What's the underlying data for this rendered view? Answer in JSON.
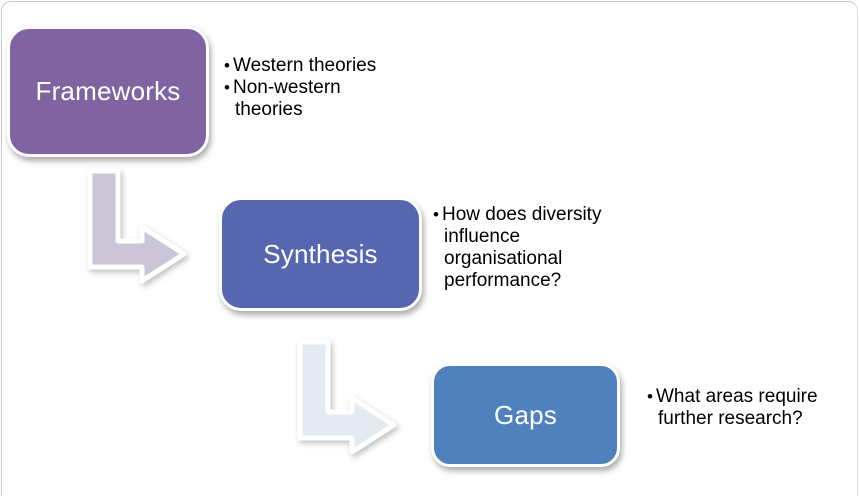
{
  "diagram": {
    "bullet_char": "•",
    "text_color": "#000000",
    "node_text_color": "#FFFFFF",
    "node_border_color": "#FFFFFF",
    "nodes": [
      {
        "id": "frameworks",
        "label": "Frameworks",
        "fill": "#8064A2",
        "bullets": [
          {
            "lines": [
              "Western theories"
            ]
          },
          {
            "lines": [
              "Non-western",
              "theories"
            ]
          }
        ]
      },
      {
        "id": "synthesis",
        "label": "Synthesis",
        "fill": "#5667B0",
        "bullets": [
          {
            "lines": [
              "How does diversity",
              "influence",
              "organisational",
              "performance?"
            ]
          }
        ]
      },
      {
        "id": "gaps",
        "label": "Gaps",
        "fill": "#4F81BD",
        "bullets": [
          {
            "lines": [
              "What areas require",
              "further research?"
            ]
          }
        ]
      }
    ],
    "connectors": [
      {
        "from": "frameworks",
        "to": "synthesis",
        "type": "bent-arrow",
        "fill": "#CBC5D8"
      },
      {
        "from": "synthesis",
        "to": "gaps",
        "type": "bent-arrow",
        "fill": "#E3EAF2"
      }
    ]
  }
}
